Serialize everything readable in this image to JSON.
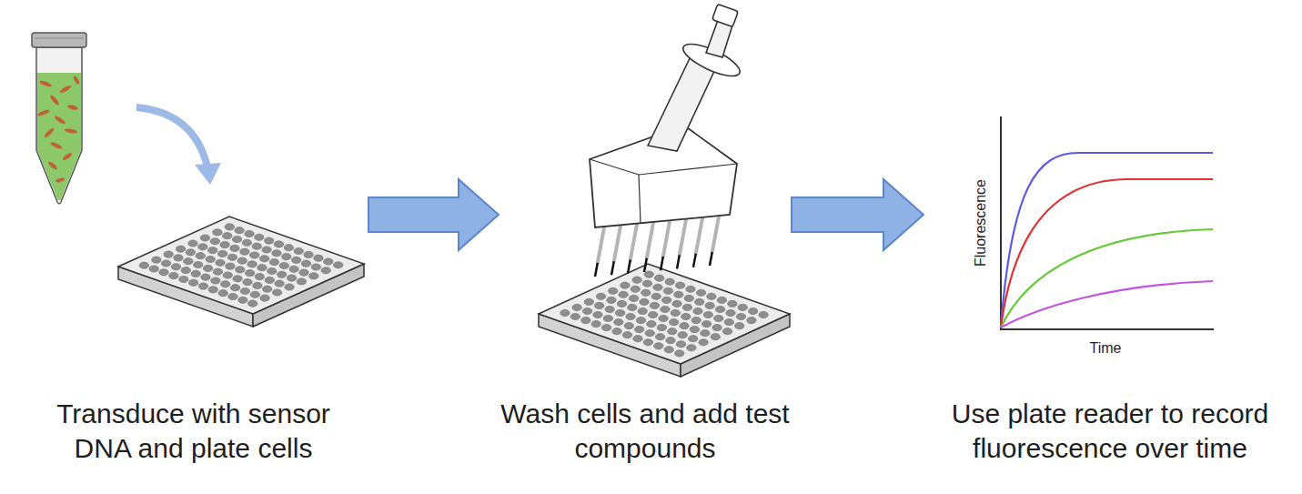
{
  "diagram": {
    "nodes": [
      {
        "text": [
          "Transduce with sensor DNA and plate cells"
        ]
      },
      {
        "text": [
          "Wash cells and add test compounds"
        ]
      },
      {
        "text": [
          "Use plate reader to record fluorescence over time"
        ]
      }
    ],
    "edges": [
      {
        "from": 0,
        "to": 1,
        "arrow": "to"
      },
      {
        "from": 1,
        "to": 2,
        "arrow": "to"
      }
    ],
    "labels": [
      "Fluorescence",
      "Time"
    ]
  }
}
